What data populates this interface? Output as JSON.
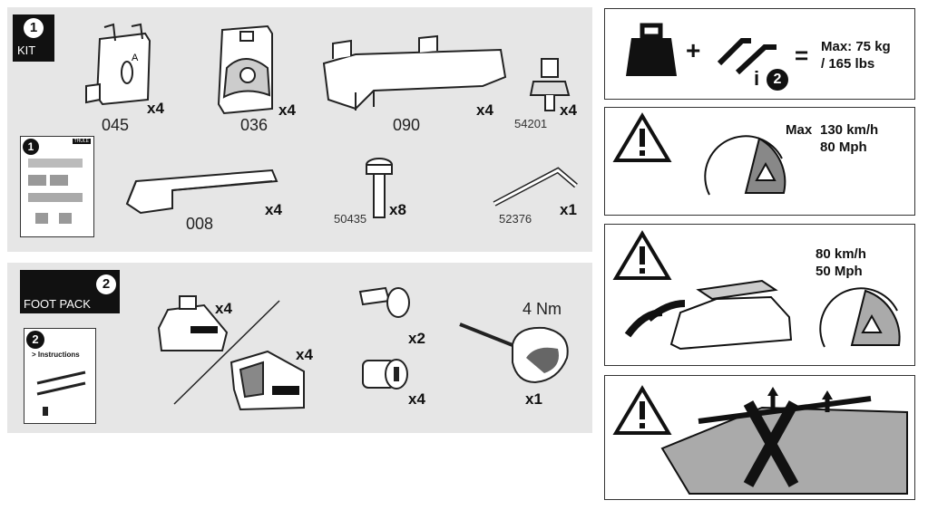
{
  "header_text": "…",
  "kit": {
    "tab_number": "1",
    "tab_label": "KIT",
    "parts": [
      {
        "code": "045",
        "qty": "x4"
      },
      {
        "code": "036",
        "qty": "x4"
      },
      {
        "code": "090",
        "qty": "x4"
      },
      {
        "code": "54201",
        "qty": "x4"
      },
      {
        "code": "008",
        "qty": "x4"
      },
      {
        "code": "50435",
        "qty": "x8"
      },
      {
        "code": "52376",
        "qty": "x1"
      }
    ],
    "booklet_number": "1"
  },
  "foot_pack": {
    "tab_number": "2",
    "tab_label": "FOOT PACK",
    "booklet_number": "2",
    "booklet_title": "> Instructions",
    "parts": [
      {
        "qty": "x4"
      },
      {
        "qty": "x4"
      },
      {
        "qty": "x2"
      },
      {
        "qty": "x4"
      },
      {
        "qty": "x1"
      }
    ],
    "torque": "4 Nm"
  },
  "warnings": {
    "load": {
      "info_number": "2",
      "max_line1": "Max: 75 kg",
      "max_line2": "/ 165 lbs",
      "plus": "+",
      "equals": "="
    },
    "speed1": {
      "max_label": "Max",
      "kmh": "130 km/h",
      "mph": "80 Mph"
    },
    "speed2": {
      "kmh": "80 km/h",
      "mph": "50 Mph"
    }
  },
  "brand": "THULE"
}
